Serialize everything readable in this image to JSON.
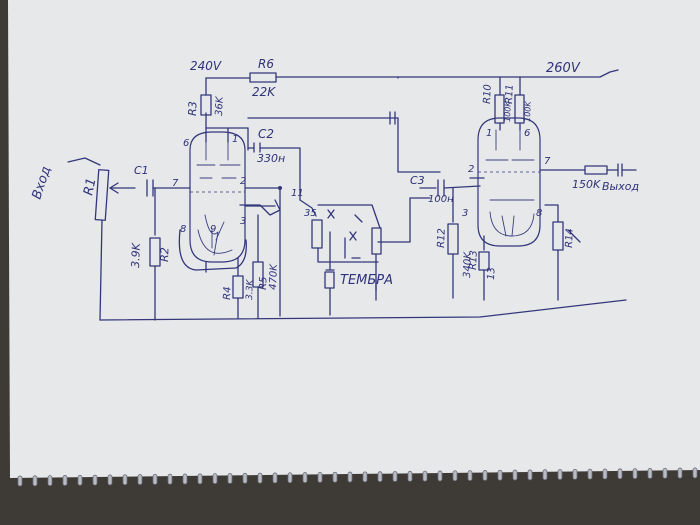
{
  "diagram": {
    "labels": {
      "input": "Вход",
      "output": "Выход",
      "r1": "R1",
      "r2": "R2",
      "r2_value": "3.9K",
      "r3": "R3",
      "r3_value": "36K",
      "r4": "R4",
      "r4_value": "3.3K",
      "r5": "R5",
      "r5_value": "470K",
      "r6": "R6",
      "r6_value": "22K",
      "r10": "R10",
      "r10_value": "100K",
      "r11": "R11",
      "r11_value": "100K",
      "r12": "R12",
      "r12_value": "340K",
      "r13": "R13",
      "r14": "R14",
      "c1": "C1",
      "c2": "C2",
      "c2_value": "330н",
      "c3": "C3",
      "c3_value": "100н",
      "out_res": "150K",
      "v240": "240V",
      "v260": "260V",
      "tone": "ТЕМБРА",
      "pin1": "1",
      "pin2": "2",
      "pin3": "3",
      "pin6": "6",
      "pin7": "7",
      "pin8": "8",
      "pin9": "9",
      "pin11": "11",
      "pin13": "13",
      "pin35": "35",
      "pin_b1": "1",
      "pin_b2": "2",
      "pin_b6": "6",
      "pin_b7": "7",
      "pin_b8": "8",
      "pin_b3": "3"
    }
  }
}
